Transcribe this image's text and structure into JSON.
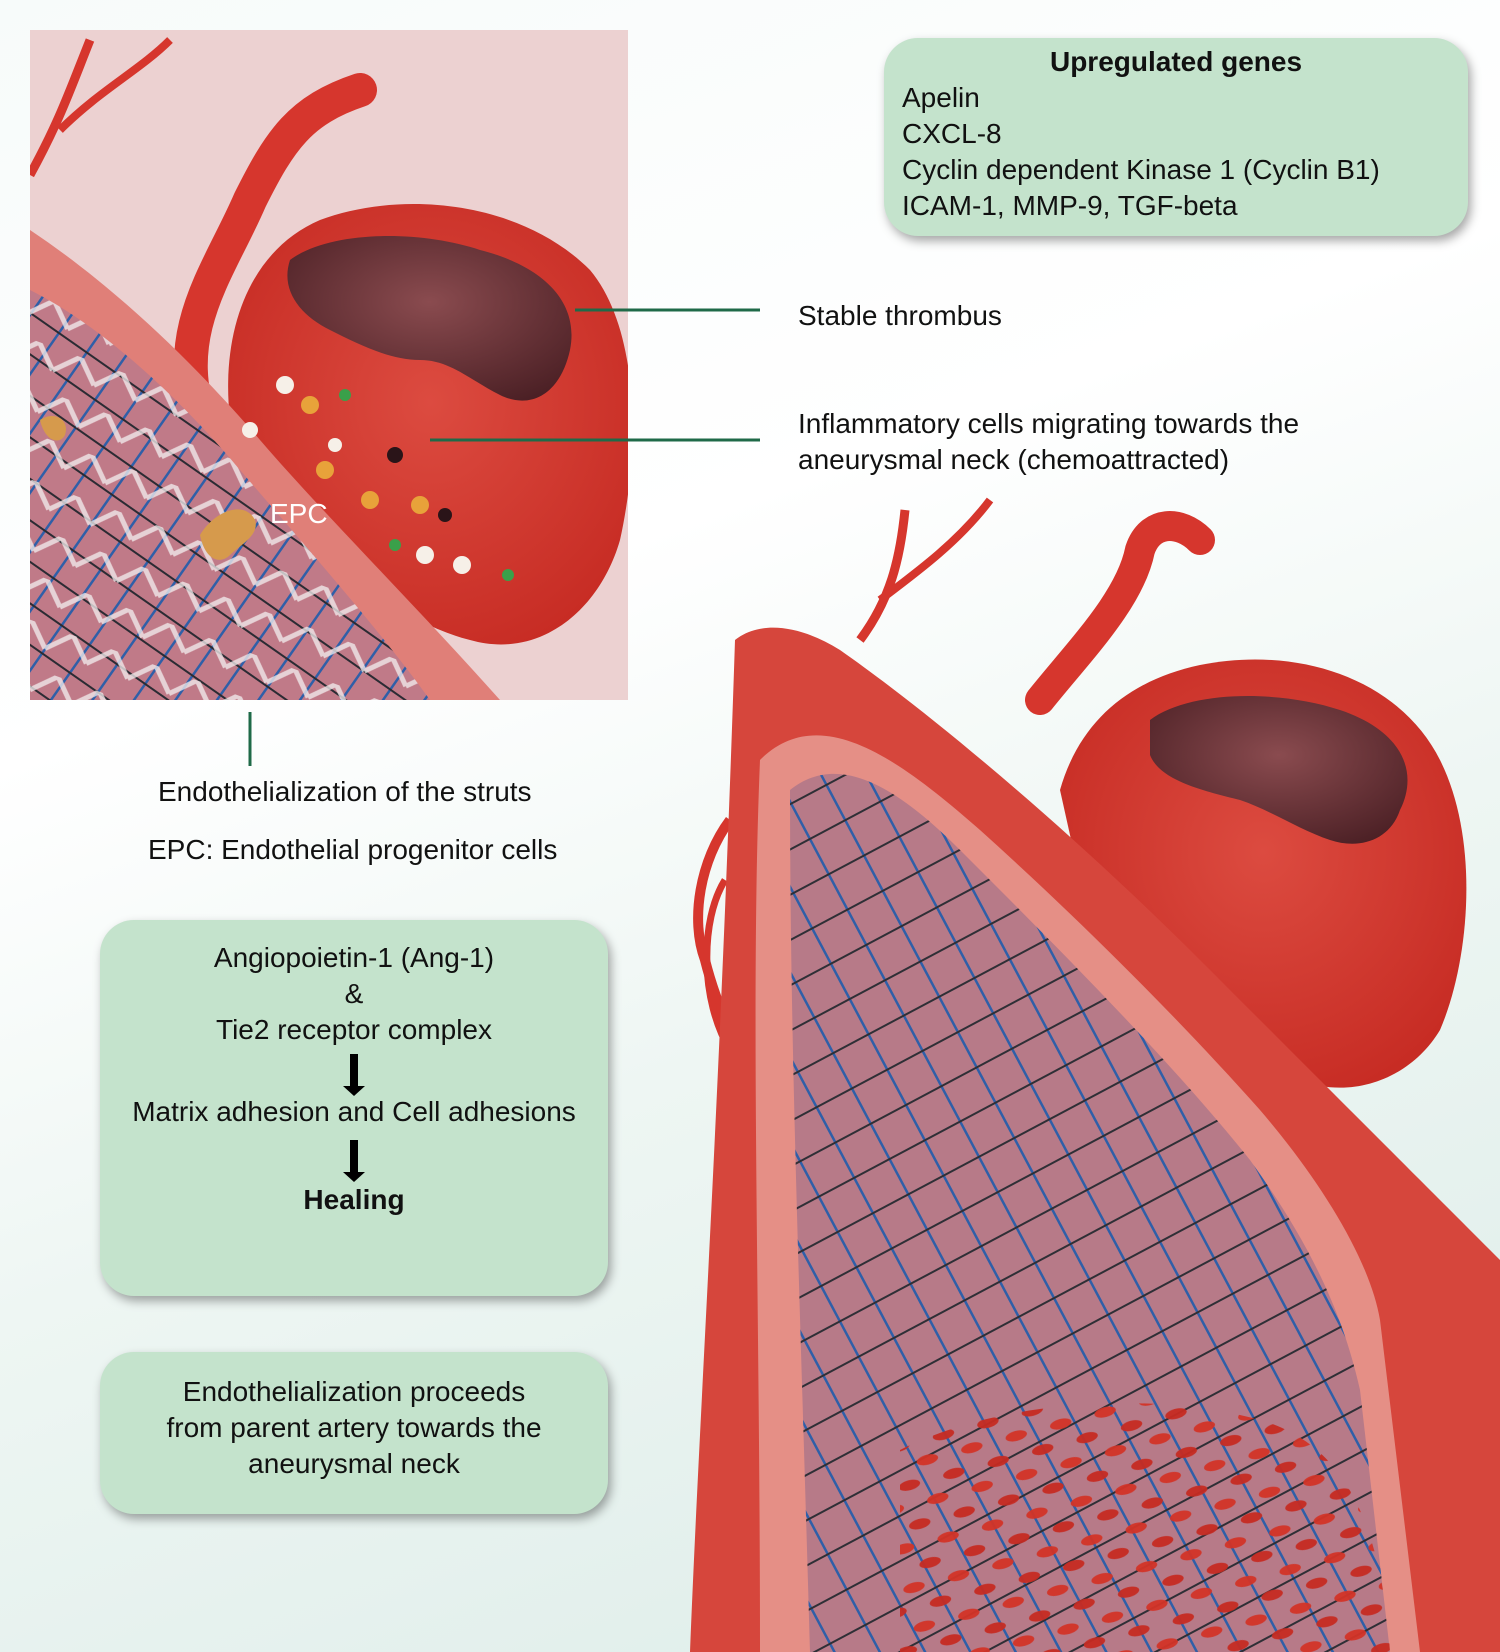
{
  "genes_box": {
    "title": "Upregulated genes",
    "items": [
      "Apelin",
      "CXCL-8",
      "Cyclin dependent Kinase 1 (Cyclin B1)",
      "ICAM-1, MMP-9, TGF-beta"
    ]
  },
  "labels": {
    "thrombus": "Stable thrombus",
    "inflammatory_1": "Inflammatory cells migrating towards the",
    "inflammatory_2": "aneurysmal neck (chemoattracted)",
    "epc": "EPC",
    "struts": "Endothelialization of the struts",
    "epc_def": "EPC: Endothelial progenitor cells"
  },
  "pathway_box": {
    "line1": "Angiopoietin-1 (Ang-1)",
    "line2": "&",
    "line3": "Tie2 receptor complex",
    "line4": "Matrix adhesion and Cell adhesions",
    "line5": "Healing"
  },
  "endo_box": {
    "line1": "Endothelialization proceeds",
    "line2": "from parent artery towards the",
    "line3": "aneurysmal neck"
  },
  "colors": {
    "box_fill": "#c4e3cc",
    "vessel_red": "#d6362d",
    "stent_blue": "#2f5fa8",
    "leader_green": "#1f6a48"
  }
}
